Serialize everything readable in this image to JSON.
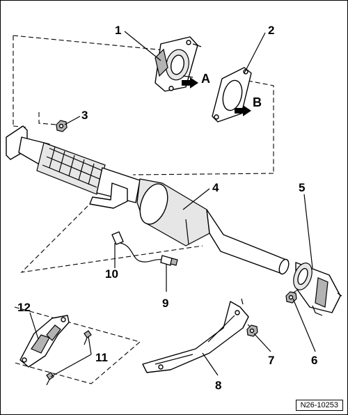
{
  "doc_code": "N26-10253",
  "callouts": {
    "c1": "1",
    "c2": "2",
    "c3": "3",
    "c4": "4",
    "c5": "5",
    "c6": "6",
    "c7": "7",
    "c8": "8",
    "c9": "9",
    "c10": "10",
    "c11": "11",
    "c12": "12"
  },
  "arrows": {
    "a": "A",
    "b": "B"
  }
}
